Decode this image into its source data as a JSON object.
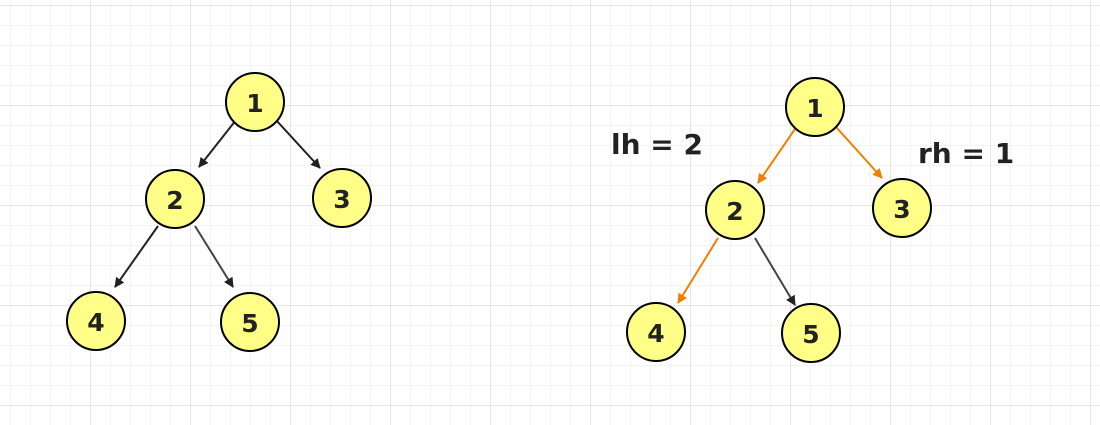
{
  "colors": {
    "node_fill": "#ffff88",
    "edge_default": "#222222",
    "edge_highlight": "#f08000"
  },
  "left_tree": {
    "nodes": [
      {
        "id": "l1",
        "label": "1"
      },
      {
        "id": "l2",
        "label": "2"
      },
      {
        "id": "l3",
        "label": "3"
      },
      {
        "id": "l4",
        "label": "4"
      },
      {
        "id": "l5",
        "label": "5"
      }
    ],
    "edges": [
      {
        "from": "1",
        "to": "2",
        "highlight": false
      },
      {
        "from": "1",
        "to": "3",
        "highlight": false
      },
      {
        "from": "2",
        "to": "4",
        "highlight": false
      },
      {
        "from": "2",
        "to": "5",
        "highlight": false
      }
    ]
  },
  "right_tree": {
    "nodes": [
      {
        "id": "r1",
        "label": "1"
      },
      {
        "id": "r2",
        "label": "2"
      },
      {
        "id": "r3",
        "label": "3"
      },
      {
        "id": "r4",
        "label": "4"
      },
      {
        "id": "r5",
        "label": "5"
      }
    ],
    "edges": [
      {
        "from": "1",
        "to": "2",
        "highlight": true
      },
      {
        "from": "1",
        "to": "3",
        "highlight": true
      },
      {
        "from": "2",
        "to": "4",
        "highlight": true
      },
      {
        "from": "2",
        "to": "5",
        "highlight": false
      }
    ],
    "left_height_label": "lh = 2",
    "right_height_label": "rh = 1"
  }
}
